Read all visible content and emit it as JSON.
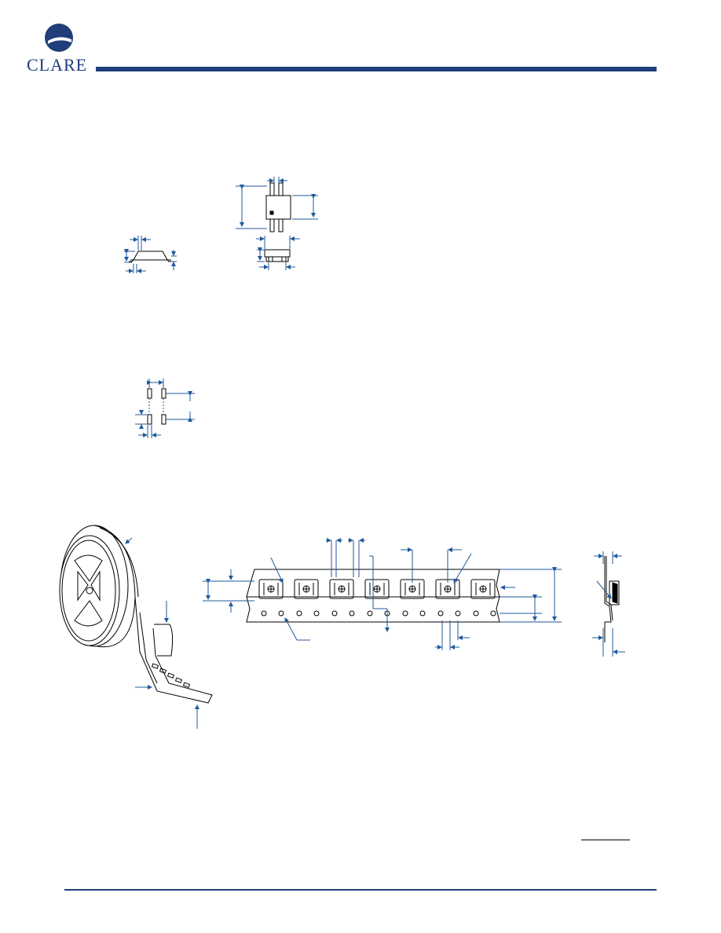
{
  "header": {
    "company_name": "CLARE"
  },
  "colors": {
    "brand_blue": "#1f3e7a",
    "dimension_blue": "#1f5a9a",
    "line_black": "#000000"
  },
  "drawings": {
    "package_top_view": "package-top-view",
    "package_side_view": "package-side-view",
    "package_end_view": "package-end-view",
    "pcb_footprint": "pcb-land-pattern",
    "tape_reel": "tape-and-reel",
    "carrier_tape": "carrier-tape-detail",
    "tape_cross_section": "tape-cross-section"
  }
}
